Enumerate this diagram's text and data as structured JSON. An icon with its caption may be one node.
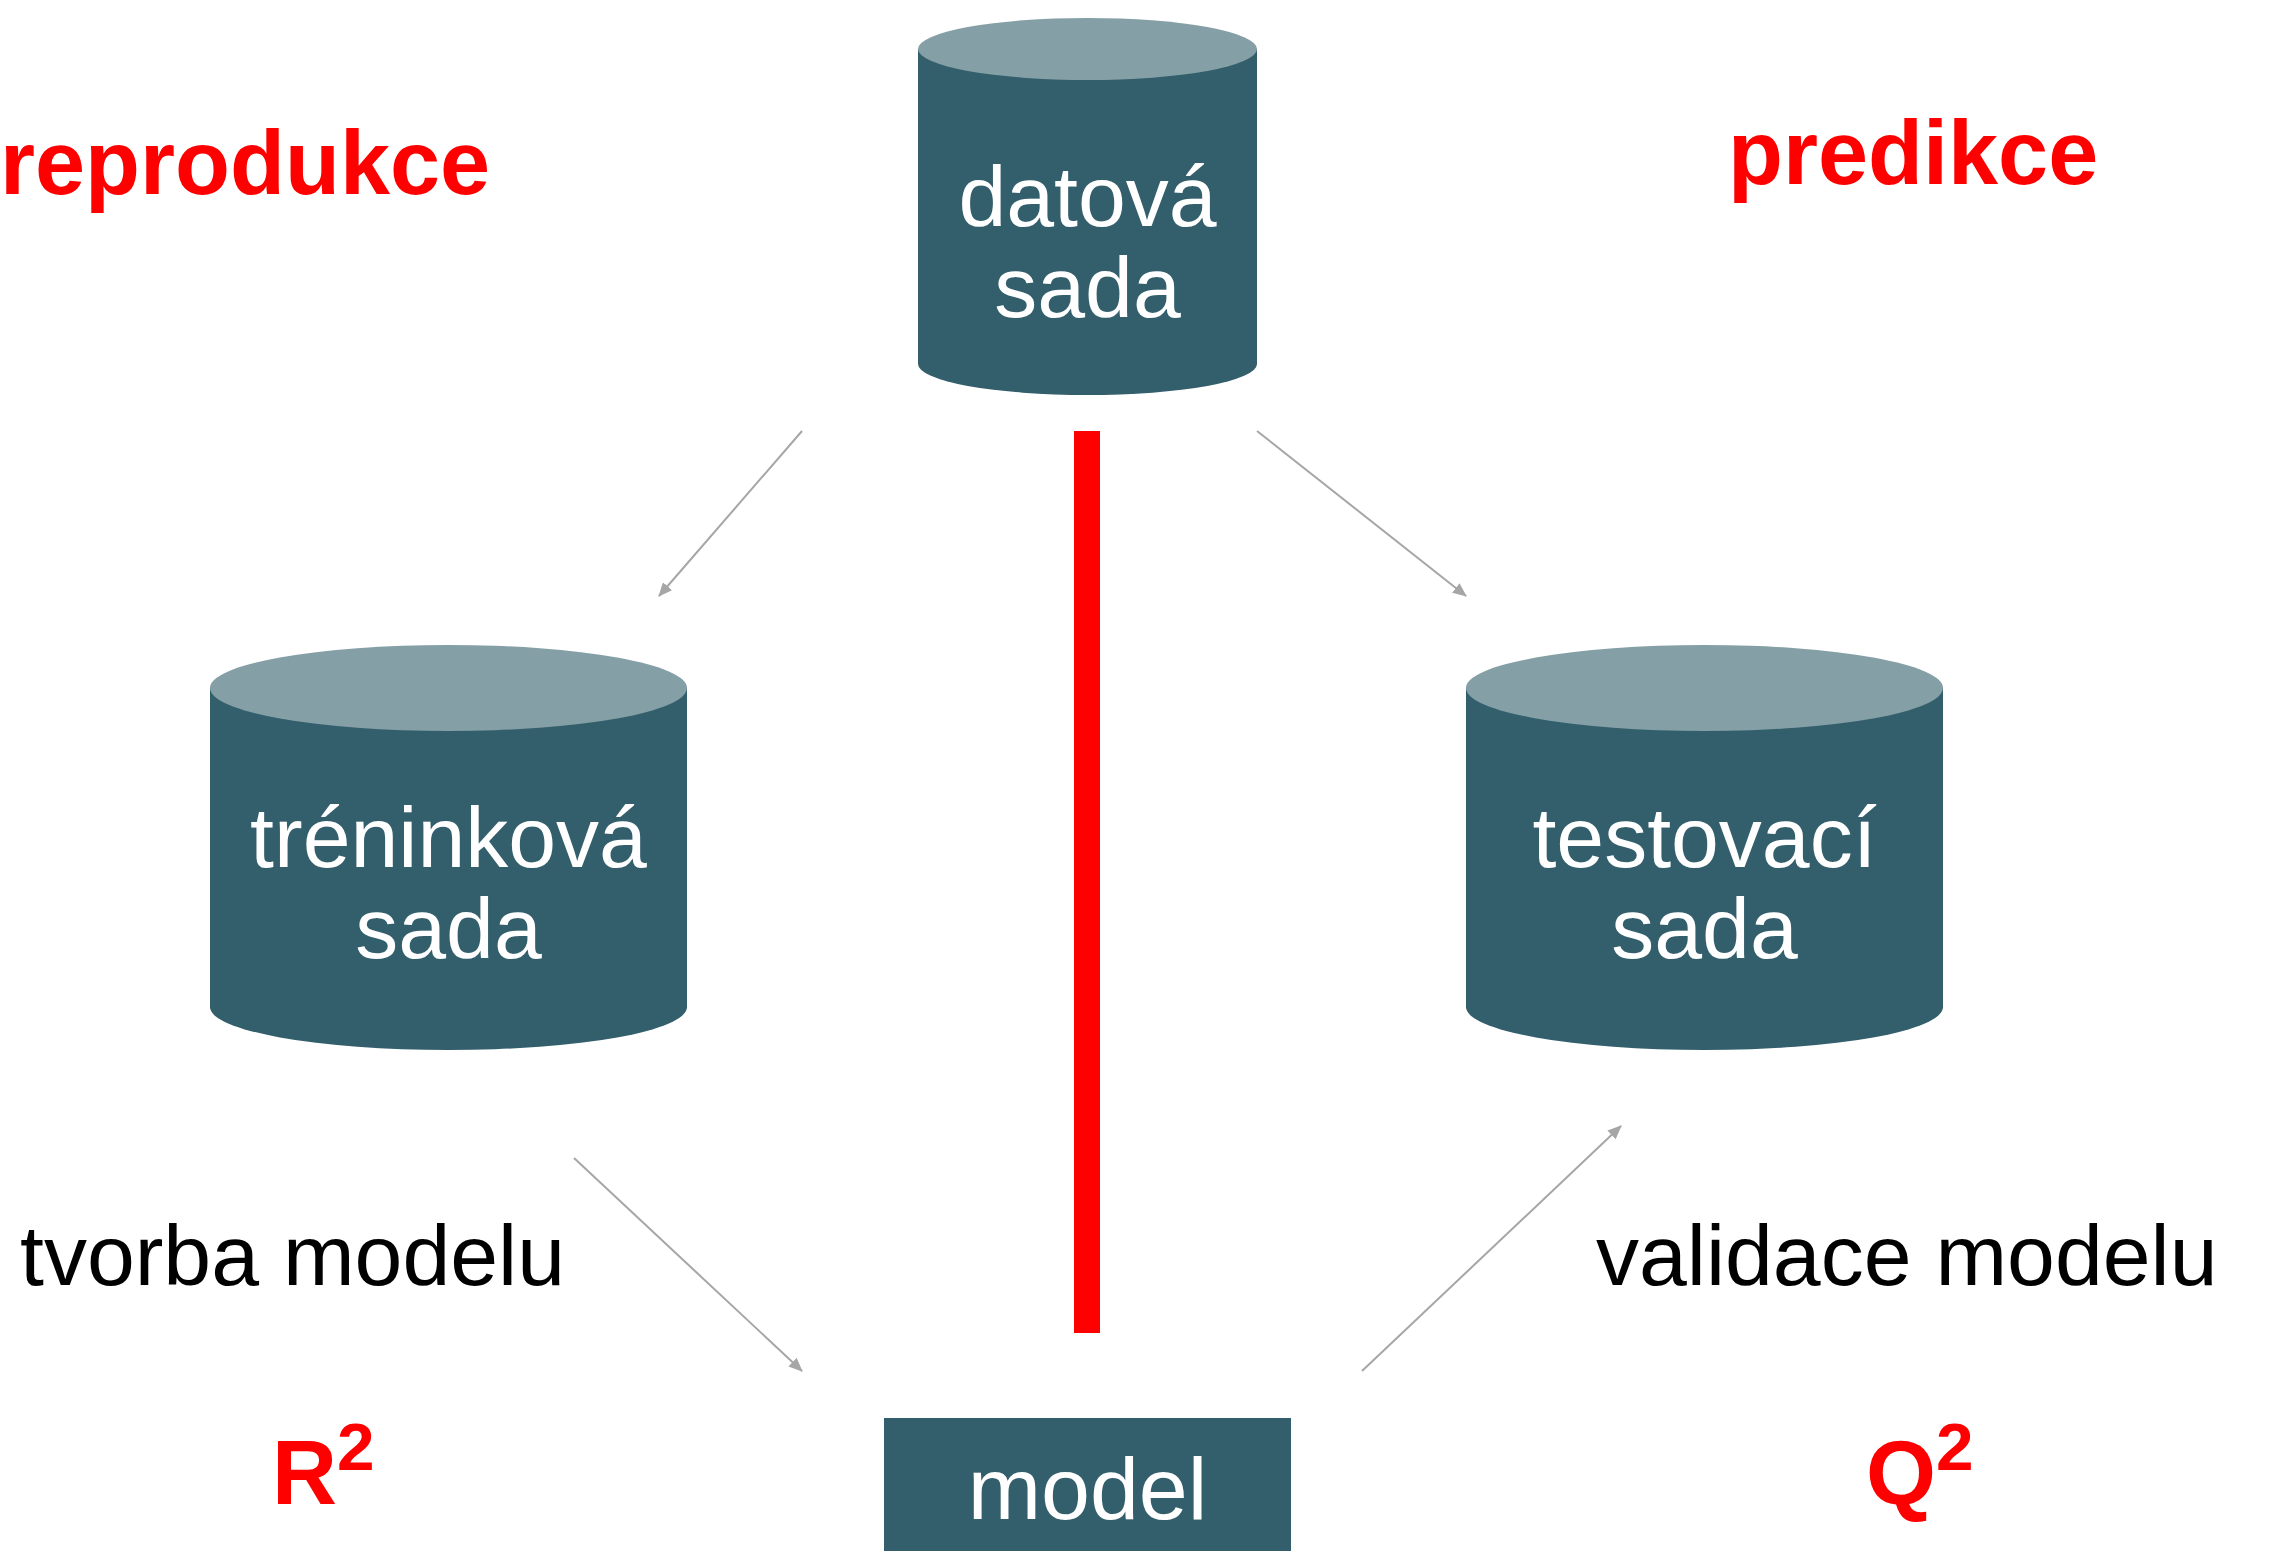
{
  "diagram": {
    "nodes": [
      {
        "text": [
          "datová sada"
        ]
      },
      {
        "text": [
          "tréninková sada"
        ]
      },
      {
        "text": [
          "testovací sada"
        ]
      },
      {
        "text": [
          "model"
        ]
      },
      {
        "text": [],
        "shape": "bar"
      }
    ],
    "edges": [
      {
        "from": 0,
        "to": 1,
        "arrow": "to"
      },
      {
        "from": 0,
        "to": 2,
        "arrow": "to"
      },
      {
        "from": 1,
        "to": 3,
        "arrow": "to"
      },
      {
        "from": 3,
        "to": 2,
        "arrow": "to"
      }
    ],
    "labels": [
      "reprodukce",
      "predikce",
      "tvorba modelu",
      "validace modelu",
      "R$^{2}$",
      "Q$^{2}$"
    ]
  }
}
